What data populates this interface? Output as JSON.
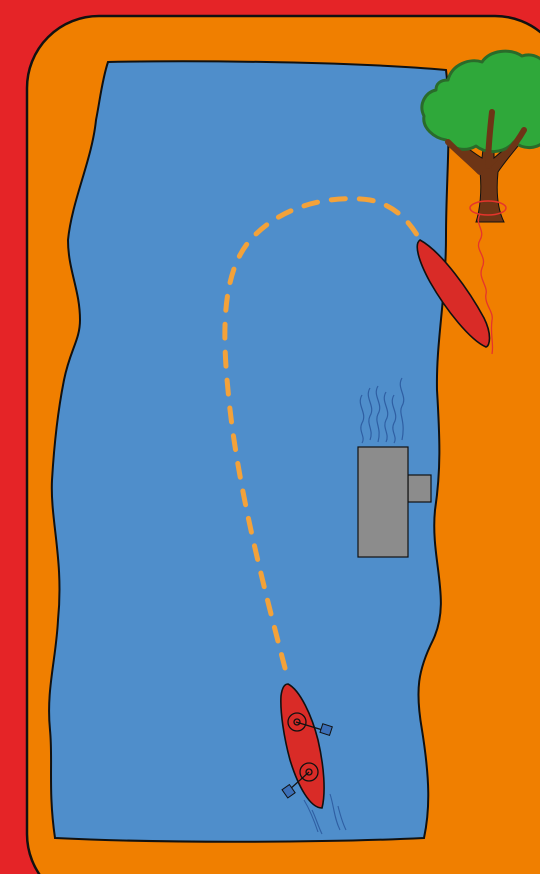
{
  "colors": {
    "border": "#e52427",
    "land": "#f07f00",
    "river": "#4f8ecb",
    "outline": "#111111",
    "path": "#f3a23a",
    "boat": "#d92b27",
    "tree_foliage": "#2fa83a",
    "tree_trunk": "#6d3516",
    "rope": "#e5342c",
    "dock": "#8c8c8c",
    "paddle": "#3b6fb8",
    "wake": "#2f5fa3"
  },
  "scene": {
    "items": [
      {
        "name": "river",
        "icon": "river-shape"
      },
      {
        "name": "route",
        "icon": "dashed-path"
      },
      {
        "name": "kayak-moored",
        "icon": "kayak-icon"
      },
      {
        "name": "kayak-tandem",
        "icon": "tandem-kayak-icon"
      },
      {
        "name": "tree",
        "icon": "tree-icon"
      },
      {
        "name": "dock",
        "icon": "dock-icon"
      },
      {
        "name": "heat-haze",
        "icon": "wavy-lines-icon"
      }
    ]
  }
}
